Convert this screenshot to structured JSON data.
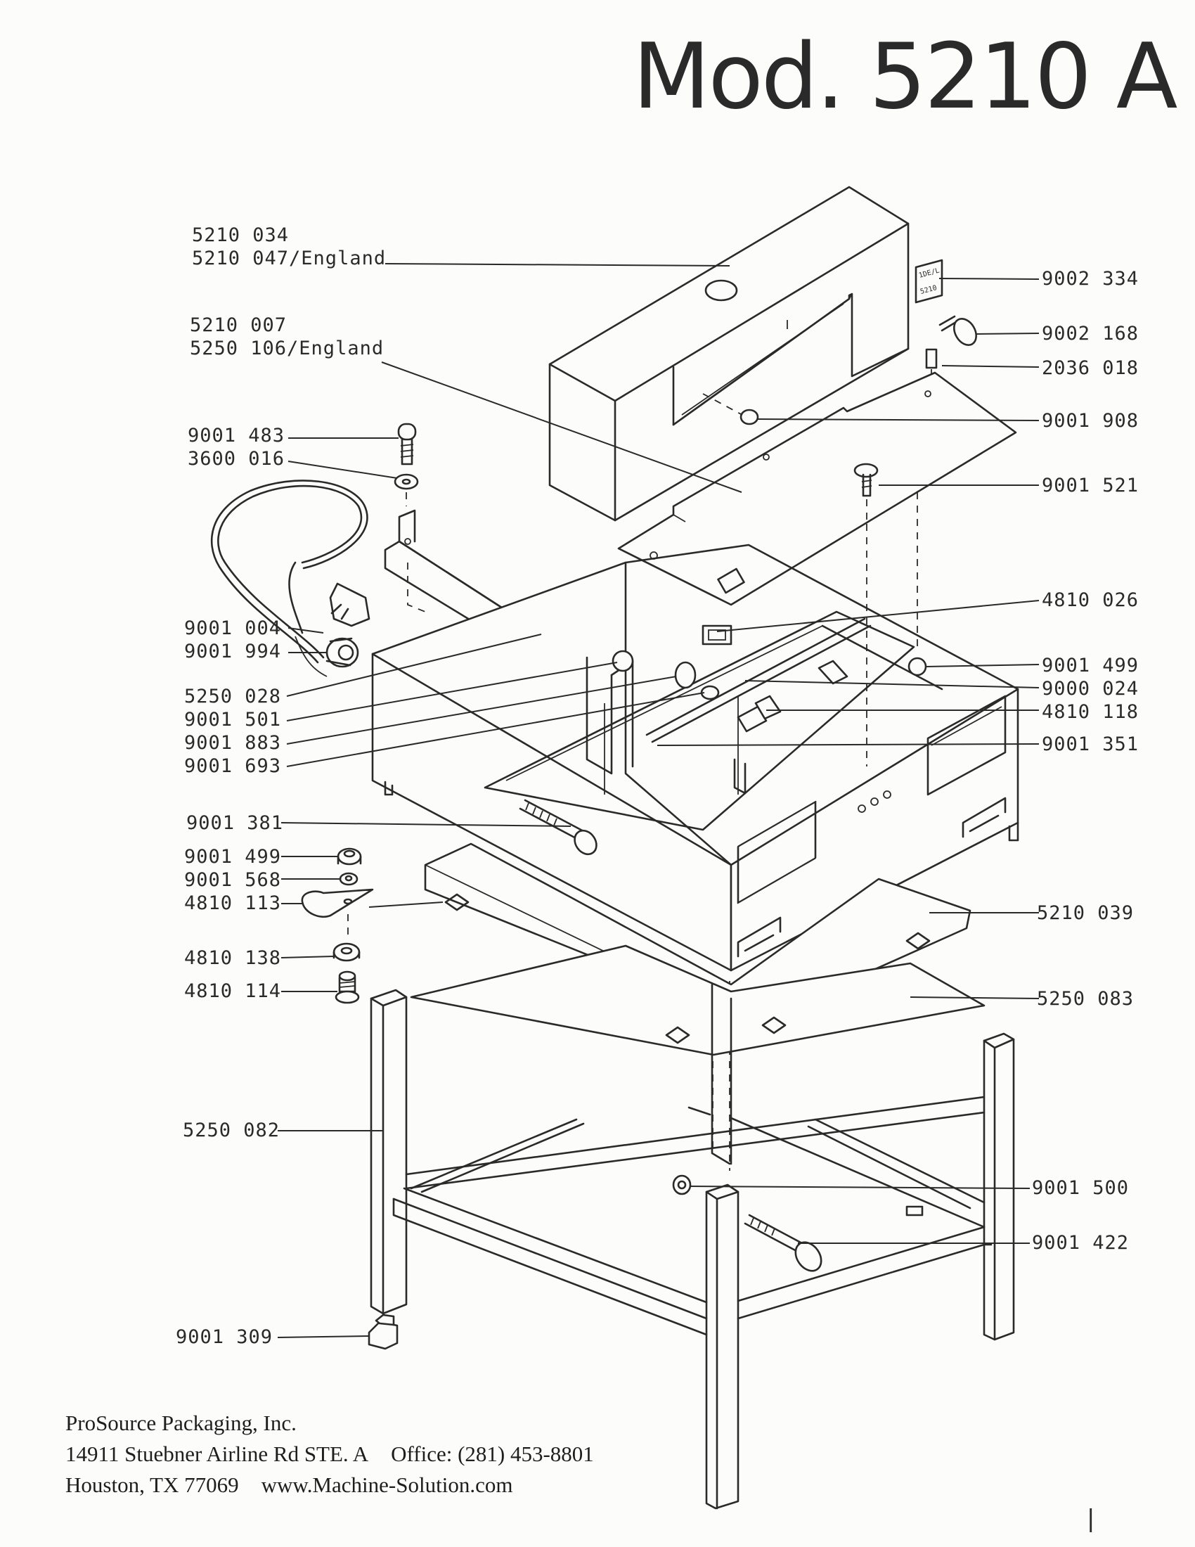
{
  "title": "Mod. 5210 A",
  "callouts": {
    "c_5210_034": [
      "5210 034",
      "5210 047/England"
    ],
    "c_9002_334": [
      "9002 334"
    ],
    "c_9002_168": [
      "9002 168"
    ],
    "c_2036_018": [
      "2036 018"
    ],
    "c_5210_007": [
      "5210 007",
      "5250 106/England"
    ],
    "c_9001_908": [
      "9001 908"
    ],
    "c_9001_483": [
      "9001 483",
      "3600 016"
    ],
    "c_9001_521": [
      "9001 521"
    ],
    "c_4810_026": [
      "4810 026"
    ],
    "c_9001_004": [
      "9001 004",
      "9001 994"
    ],
    "c_9001_499_r": [
      "9001 499",
      "9000 024",
      "4810 118"
    ],
    "c_5250_028": [
      "5250 028",
      "9001 501",
      "9001 883",
      "9001 693"
    ],
    "c_9001_351": [
      "9001 351"
    ],
    "c_9001_381": [
      "9001 381"
    ],
    "c_9001_499_l": [
      "9001 499",
      "9001 568",
      "4810 113"
    ],
    "c_5210_039": [
      "5210 039"
    ],
    "c_4810_138": [
      "4810 138"
    ],
    "c_4810_114": [
      "4810 114"
    ],
    "c_5250_083": [
      "5250 083"
    ],
    "c_5250_082": [
      "5250 082"
    ],
    "c_9001_500": [
      "9001 500"
    ],
    "c_9001_422": [
      "9001 422"
    ],
    "c_9001_309": [
      "9001 309"
    ]
  },
  "side_label_text": [
    "1DE/L",
    "5210"
  ],
  "footer": {
    "company": "ProSource Packaging, Inc.",
    "address": "14911 Stuebner Airline Rd STE. A",
    "office": "Office: (281) 453-8801",
    "city": "Houston, TX 77069",
    "website": "www.Machine-Solution.com"
  },
  "page_mark": "|"
}
